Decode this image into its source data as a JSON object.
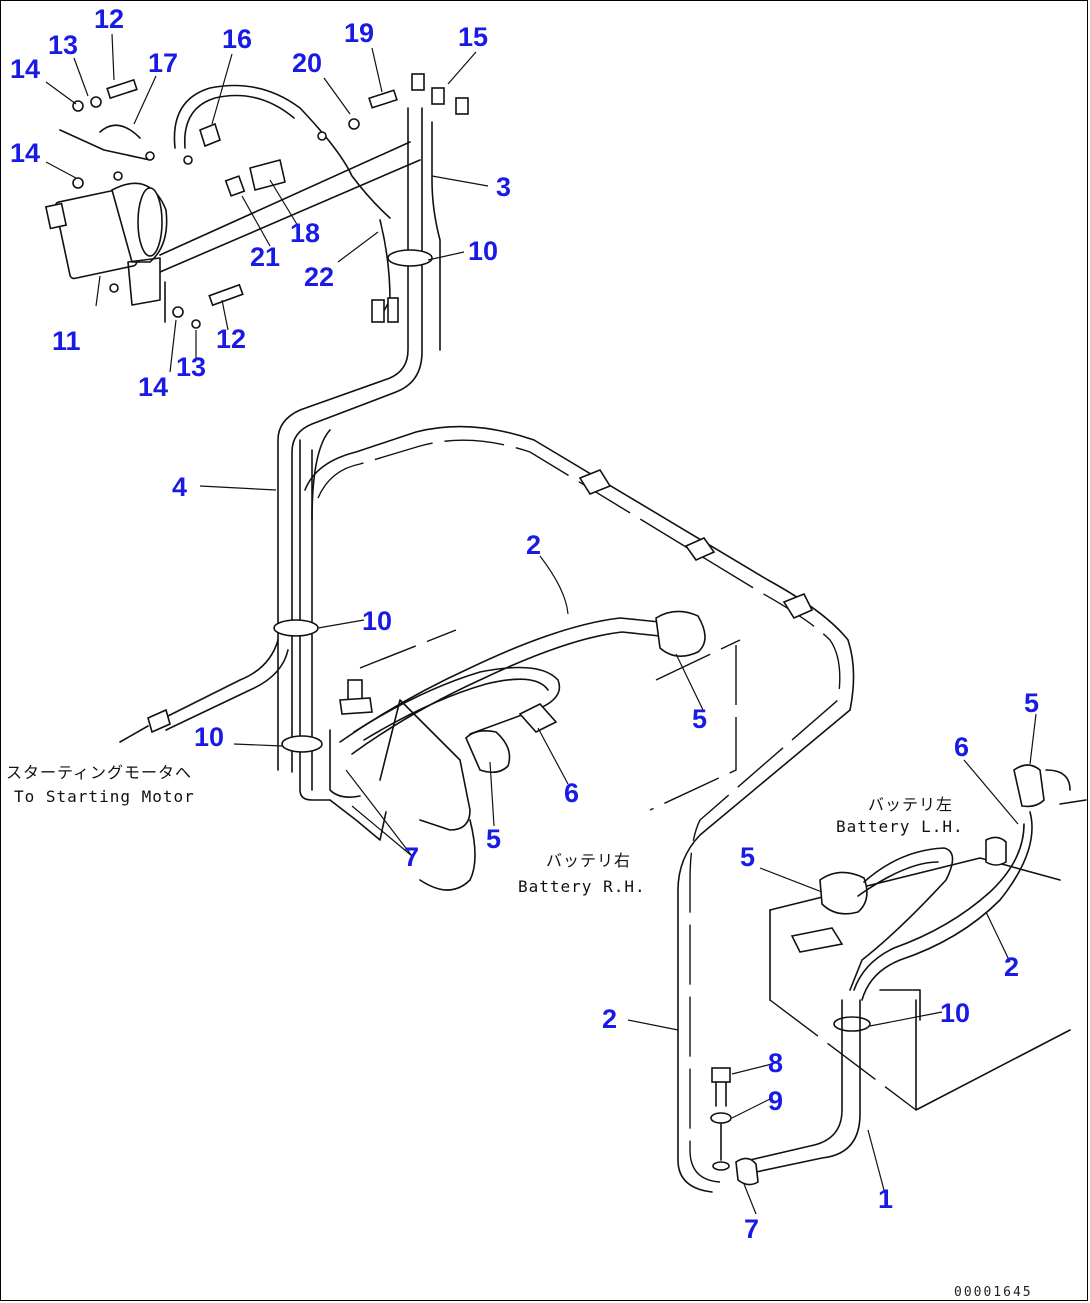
{
  "callouts": {
    "c1": "1",
    "c2a": "2",
    "c2b": "2",
    "c2c": "2",
    "c3": "3",
    "c4": "4",
    "c5a": "5",
    "c5b": "5",
    "c5c": "5",
    "c5d": "5",
    "c6a": "6",
    "c6b": "6",
    "c7a": "7",
    "c7b": "7",
    "c8": "8",
    "c9": "9",
    "c10a": "10",
    "c10b": "10",
    "c10c": "10",
    "c10d": "10",
    "c11": "11",
    "c12a": "12",
    "c12b": "12",
    "c13a": "13",
    "c13b": "13",
    "c14a": "14",
    "c14b": "14",
    "c14c": "14",
    "c15": "15",
    "c16": "16",
    "c17": "17",
    "c18": "18",
    "c19": "19",
    "c20": "20",
    "c21": "21",
    "c22": "22"
  },
  "notes": {
    "starting_motor_jp": "スターティングモータへ",
    "starting_motor_en": "To Starting Motor",
    "battery_rh_jp": "バッテリ右",
    "battery_rh_en": "Battery R.H.",
    "battery_lh_jp": "バッテリ左",
    "battery_lh_en": "Battery L.H."
  },
  "drawing_code": "00001645",
  "colors": {
    "callout": "#1a1ae6",
    "line": "#111111"
  }
}
